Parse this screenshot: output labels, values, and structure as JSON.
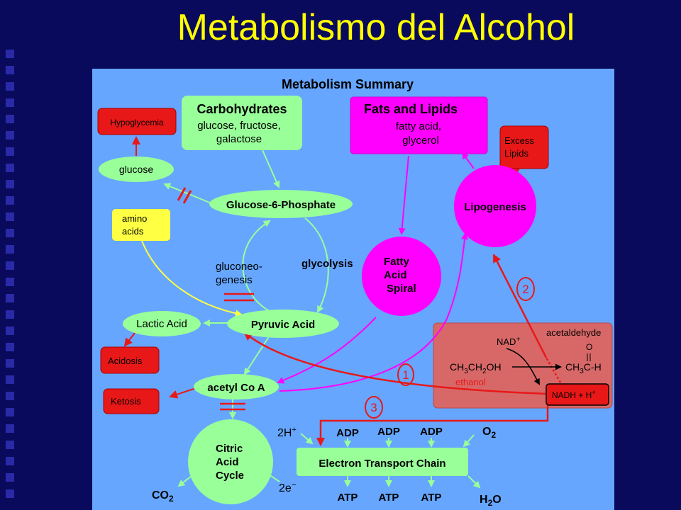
{
  "slide": {
    "title": "Metabolismo del Alcohol"
  },
  "colors": {
    "background": "#0a0a5c",
    "title": "#ffff00",
    "panel": "#66a6ff",
    "green": "#99ff99",
    "magenta": "#ff00ff",
    "red": "#e81818",
    "yellow": "#ffff44",
    "ethanol_box": "#d86868"
  },
  "diagram": {
    "heading": "Metabolism Summary",
    "carbohydrates": {
      "title": "Carbohydrates",
      "line1": "glucose, fructose,",
      "line2": "galactose"
    },
    "fats": {
      "title": "Fats and Lipids",
      "line1": "fatty acid,",
      "line2": "glycerol"
    },
    "hypoglycemia": "Hypoglycemia",
    "excess_lipids": {
      "line1": "Excess",
      "line2": "Lipids"
    },
    "glucose": "glucose",
    "glucose6p": "Glucose-6-Phosphate",
    "lipogenesis": "Lipogenesis",
    "amino_acids": {
      "line1": "amino",
      "line2": "acids"
    },
    "gluconeogenesis": {
      "line1": "gluconeo-",
      "line2": "genesis"
    },
    "glycolysis": "glycolysis",
    "fatty_acid_spiral": {
      "line1": "Fatty",
      "line2": "Acid",
      "line3": "Spiral"
    },
    "lactic_acid": "Lactic Acid",
    "pyruvic_acid": "Pyruvic Acid",
    "acidosis": "Acidosis",
    "acetyl_coa": "acetyl Co A",
    "ketosis": "Ketosis",
    "citric_acid_cycle": {
      "line1": "Citric",
      "line2": "Acid",
      "line3": "Cycle"
    },
    "electron_transport_chain": "Electron Transport Chain",
    "adp": [
      "ADP",
      "ADP",
      "ADP"
    ],
    "atp": [
      "ATP",
      "ATP",
      "ATP"
    ],
    "o2": {
      "base": "O",
      "sub": "2"
    },
    "h2o": {
      "h": "H",
      "sub": "2",
      "o": "O"
    },
    "co2": {
      "base": "CO",
      "sub": "2"
    },
    "two_h_plus": {
      "base": "2H",
      "sup": "+"
    },
    "two_e_minus": {
      "base": "2e",
      "sup": "−"
    },
    "step1": "1",
    "step2": "2",
    "step3": "3",
    "ethanol_panel": {
      "acetaldehyde": "acetaldehyde",
      "nad": {
        "base": "NAD",
        "sup": "+"
      },
      "ethanol_formula": {
        "a": "CH",
        "s1": "3",
        "b": "CH",
        "s2": "2",
        "c": "OH"
      },
      "ethanol_label": "ethanol",
      "acetaldehyde_formula": {
        "a": "CH",
        "s1": "3",
        "b": "C-H"
      },
      "carbonyl_o": "O",
      "nadh": {
        "base": "NADH + H",
        "sup": "+"
      }
    }
  }
}
